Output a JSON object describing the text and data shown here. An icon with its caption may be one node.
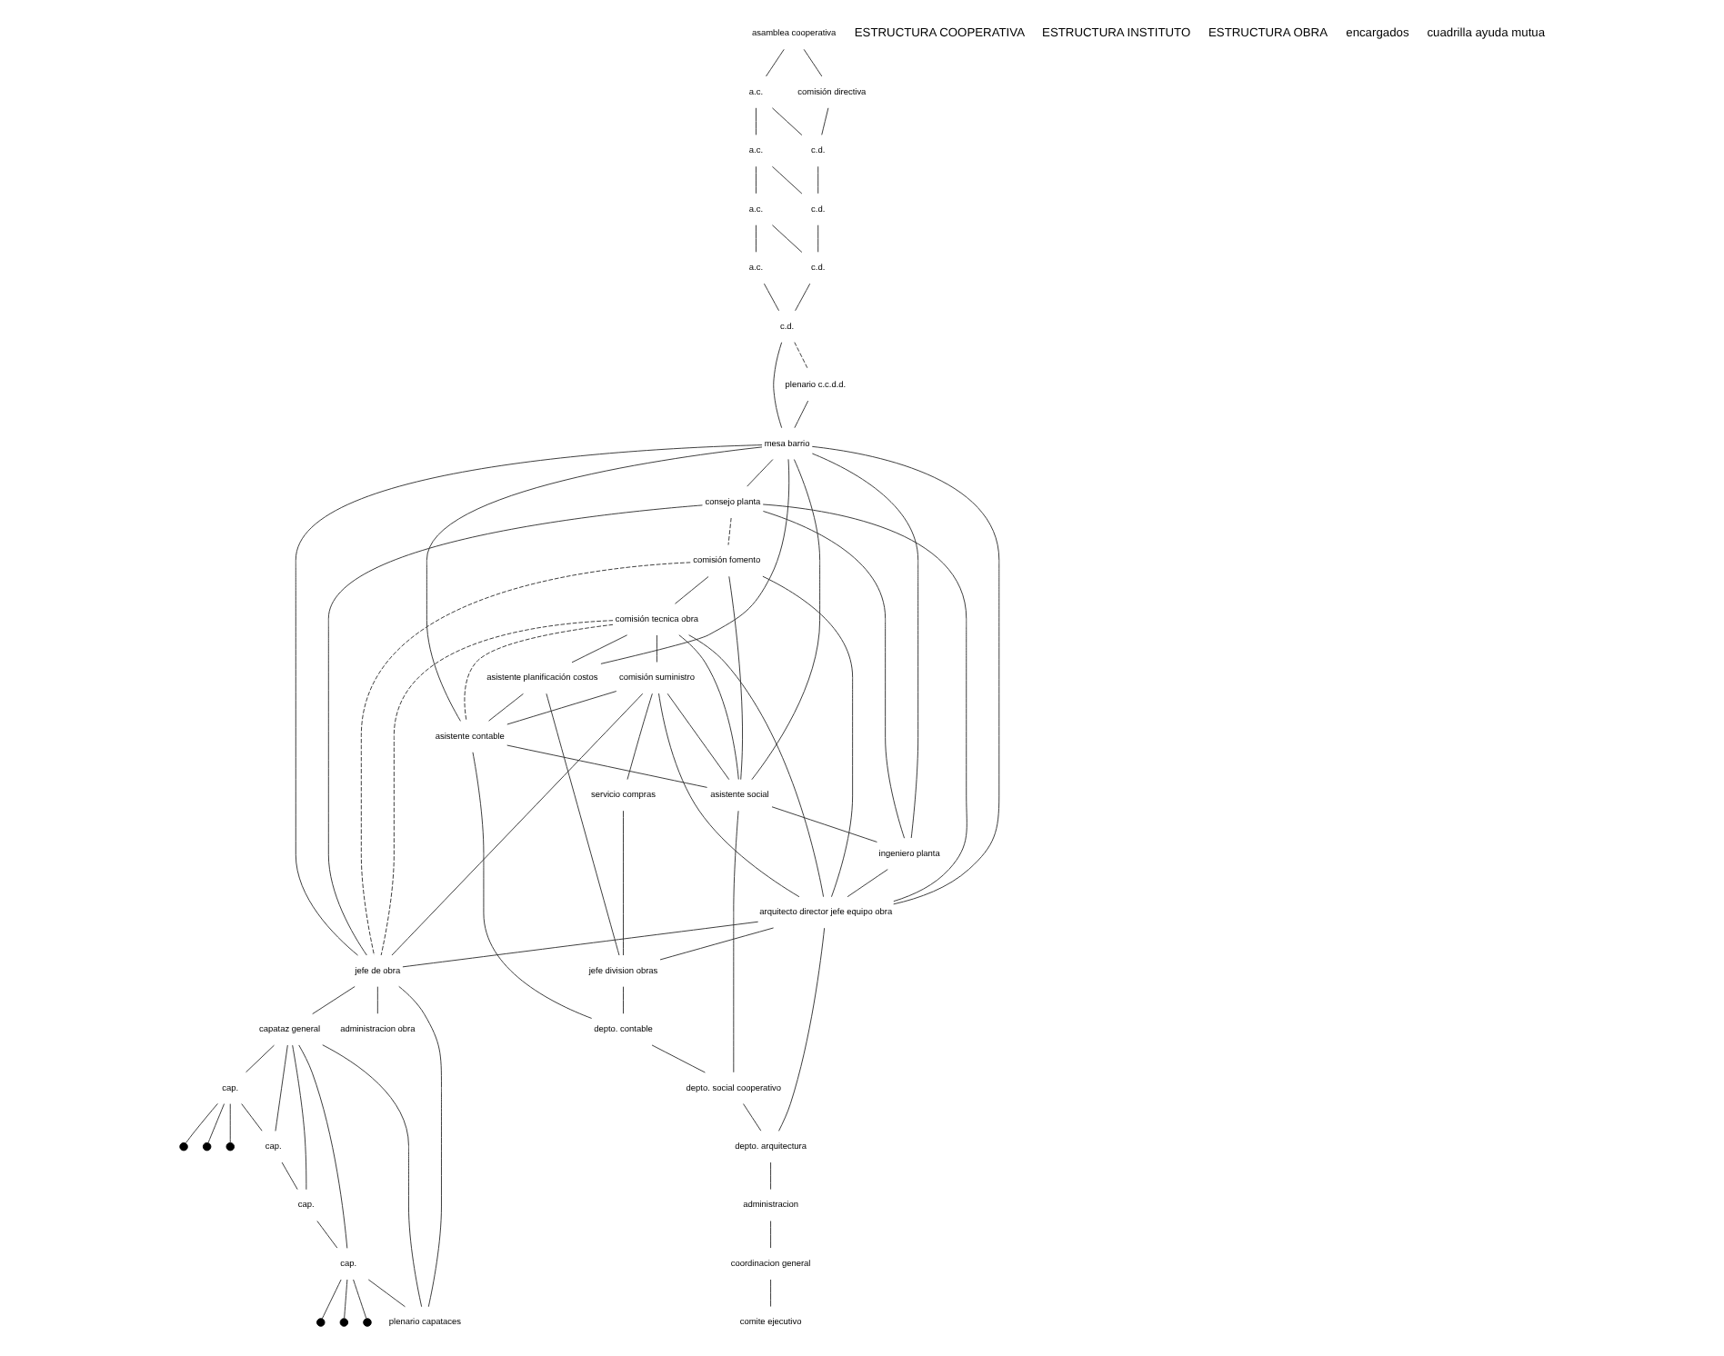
{
  "diagram": {
    "nodes": [
      {
        "text": [
          "asamblea cooperativa"
        ]
      },
      {
        "text": [
          "comisión directiva"
        ]
      },
      {
        "text": [
          "a.c."
        ]
      },
      {
        "text": [
          "a.c."
        ]
      },
      {
        "text": [
          "a.c."
        ]
      },
      {
        "text": [
          "a.c."
        ]
      },
      {
        "text": [
          "c.d."
        ]
      },
      {
        "text": [
          "c.d."
        ]
      },
      {
        "text": [
          "c.d."
        ]
      },
      {
        "text": [
          "c.d."
        ]
      },
      {
        "text": [
          "plenario c.c.d.d."
        ]
      },
      {
        "text": [
          "mesa barrio"
        ]
      },
      {
        "text": [
          "comisión suministro"
        ]
      },
      {
        "text": [
          "comisión tecnica obra"
        ]
      },
      {
        "text": [
          "comisión fomento"
        ]
      },
      {
        "text": [
          "consejo planta"
        ]
      },
      {
        "text": [
          "servicio compras"
        ]
      },
      {
        "text": [
          "asistente planificación costos"
        ]
      },
      {
        "text": [
          "jefe division obras"
        ]
      },
      {
        "text": [
          "asistente contable"
        ]
      },
      {
        "text": [
          "depto. contable"
        ]
      },
      {
        "text": [
          "asistente social"
        ]
      },
      {
        "text": [
          "depto. social cooperativo"
        ]
      },
      {
        "text": [
          "ingeniero planta"
        ]
      },
      {
        "text": [
          "arquitecto director jefe equipo obra"
        ]
      },
      {
        "text": [
          "depto. arquitectura"
        ]
      },
      {
        "text": [
          "administracion"
        ]
      },
      {
        "text": [
          "coordinacion general"
        ]
      },
      {
        "text": [
          "comite ejecutivo"
        ]
      },
      {
        "text": [
          "jefe de obra"
        ]
      },
      {
        "text": [
          "administracion obra"
        ]
      },
      {
        "text": [
          "capataz general"
        ]
      },
      {
        "text": [
          "cap."
        ]
      },
      {
        "text": [
          "cap."
        ]
      },
      {
        "text": [
          "cap."
        ]
      },
      {
        "text": [
          "cap."
        ]
      },
      {
        "text": [
          "plenario capataces"
        ]
      },
      {
        "text": [],
        "shape": "circle"
      },
      {
        "text": [],
        "shape": "circle"
      },
      {
        "text": [],
        "shape": "circle"
      },
      {
        "text": [],
        "shape": "circle"
      },
      {
        "text": [],
        "shape": "circle"
      },
      {
        "text": [],
        "shape": "circle"
      }
    ],
    "edges": [
      {
        "from": 0,
        "to": 1,
        "arrow": "none"
      },
      {
        "from": 0,
        "to": 2,
        "arrow": "none"
      },
      {
        "from": 2,
        "to": 3,
        "arrow": "none"
      },
      {
        "from": 3,
        "to": 4,
        "arrow": "none"
      },
      {
        "from": 4,
        "to": 5,
        "arrow": "none"
      },
      {
        "from": 1,
        "to": 6,
        "arrow": "none"
      },
      {
        "from": 6,
        "to": 7,
        "arrow": "none"
      },
      {
        "from": 7,
        "to": 8,
        "arrow": "none"
      },
      {
        "from": 8,
        "to": 9,
        "arrow": "none"
      },
      {
        "from": 2,
        "to": 6,
        "arrow": "none"
      },
      {
        "from": 3,
        "to": 7,
        "arrow": "none"
      },
      {
        "from": 4,
        "to": 8,
        "arrow": "none"
      },
      {
        "from": 5,
        "to": 9,
        "arrow": "none"
      },
      {
        "from": 9,
        "to": 10,
        "arrow": "none",
        "style": "dashed"
      },
      {
        "from": 10,
        "to": 11,
        "arrow": "none"
      },
      {
        "from": 9,
        "to": 11,
        "arrow": "none"
      },
      {
        "from": 11,
        "to": 15,
        "arrow": "none"
      },
      {
        "from": 15,
        "to": 14,
        "arrow": "none",
        "style": "dashed"
      },
      {
        "from": 14,
        "to": 13,
        "arrow": "none"
      },
      {
        "from": 13,
        "to": 12,
        "arrow": "none"
      },
      {
        "from": 11,
        "to": 17,
        "arrow": "none"
      },
      {
        "from": 11,
        "to": 19,
        "arrow": "none"
      },
      {
        "from": 11,
        "to": 21,
        "arrow": "none"
      },
      {
        "from": 11,
        "to": 23,
        "arrow": "none"
      },
      {
        "from": 11,
        "to": 24,
        "arrow": "none"
      },
      {
        "from": 11,
        "to": 29,
        "arrow": "none"
      },
      {
        "from": 15,
        "to": 23,
        "arrow": "none"
      },
      {
        "from": 15,
        "to": 24,
        "arrow": "none"
      },
      {
        "from": 15,
        "to": 29,
        "arrow": "none"
      },
      {
        "from": 14,
        "to": 21,
        "arrow": "none"
      },
      {
        "from": 14,
        "to": 24,
        "arrow": "none"
      },
      {
        "from": 14,
        "to": 29,
        "arrow": "none",
        "style": "dashed"
      },
      {
        "from": 13,
        "to": 17,
        "arrow": "none"
      },
      {
        "from": 13,
        "to": 19,
        "arrow": "none",
        "style": "dashed"
      },
      {
        "from": 13,
        "to": 21,
        "arrow": "none"
      },
      {
        "from": 13,
        "to": 24,
        "arrow": "none"
      },
      {
        "from": 13,
        "to": 29,
        "arrow": "none",
        "style": "dashed"
      },
      {
        "from": 12,
        "to": 16,
        "arrow": "none"
      },
      {
        "from": 12,
        "to": 19,
        "arrow": "none"
      },
      {
        "from": 12,
        "to": 21,
        "arrow": "none"
      },
      {
        "from": 12,
        "to": 24,
        "arrow": "none"
      },
      {
        "from": 12,
        "to": 29,
        "arrow": "none"
      },
      {
        "from": 17,
        "to": 19,
        "arrow": "none"
      },
      {
        "from": 19,
        "to": 21,
        "arrow": "none"
      },
      {
        "from": 21,
        "to": 23,
        "arrow": "none"
      },
      {
        "from": 23,
        "to": 24,
        "arrow": "none"
      },
      {
        "from": 17,
        "to": 18,
        "arrow": "none"
      },
      {
        "from": 19,
        "to": 20,
        "arrow": "none"
      },
      {
        "from": 21,
        "to": 22,
        "arrow": "none"
      },
      {
        "from": 24,
        "to": 25,
        "arrow": "none"
      },
      {
        "from": 24,
        "to": 18,
        "arrow": "none"
      },
      {
        "from": 16,
        "to": 18,
        "arrow": "none"
      },
      {
        "from": 18,
        "to": 20,
        "arrow": "none"
      },
      {
        "from": 20,
        "to": 22,
        "arrow": "none"
      },
      {
        "from": 22,
        "to": 25,
        "arrow": "none"
      },
      {
        "from": 25,
        "to": 26,
        "arrow": "none"
      },
      {
        "from": 26,
        "to": 27,
        "arrow": "none"
      },
      {
        "from": 27,
        "to": 28,
        "arrow": "none"
      },
      {
        "from": 24,
        "to": 29,
        "arrow": "none"
      },
      {
        "from": 29,
        "to": 30,
        "arrow": "none"
      },
      {
        "from": 29,
        "to": 31,
        "arrow": "none"
      },
      {
        "from": 29,
        "to": 36,
        "arrow": "none"
      },
      {
        "from": 31,
        "to": 32,
        "arrow": "none"
      },
      {
        "from": 31,
        "to": 33,
        "arrow": "none"
      },
      {
        "from": 31,
        "to": 34,
        "arrow": "none"
      },
      {
        "from": 31,
        "to": 35,
        "arrow": "none"
      },
      {
        "from": 31,
        "to": 36,
        "arrow": "none"
      },
      {
        "from": 32,
        "to": 33,
        "arrow": "none"
      },
      {
        "from": 33,
        "to": 34,
        "arrow": "none"
      },
      {
        "from": 34,
        "to": 35,
        "arrow": "none"
      },
      {
        "from": 35,
        "to": 36,
        "arrow": "none"
      },
      {
        "from": 32,
        "to": 37,
        "arrow": "none"
      },
      {
        "from": 32,
        "to": 38,
        "arrow": "none"
      },
      {
        "from": 32,
        "to": 39,
        "arrow": "none"
      },
      {
        "from": 35,
        "to": 40,
        "arrow": "none"
      },
      {
        "from": 35,
        "to": 41,
        "arrow": "none"
      },
      {
        "from": 35,
        "to": 42,
        "arrow": "none"
      }
    ],
    "labels": [
      "ESTRUCTURA COOPERATIVA",
      "ESTRUCTURA INSTITUTO",
      "ESTRUCTURA OBRA",
      "encargados",
      "cuadrilla ayuda mutua"
    ]
  }
}
